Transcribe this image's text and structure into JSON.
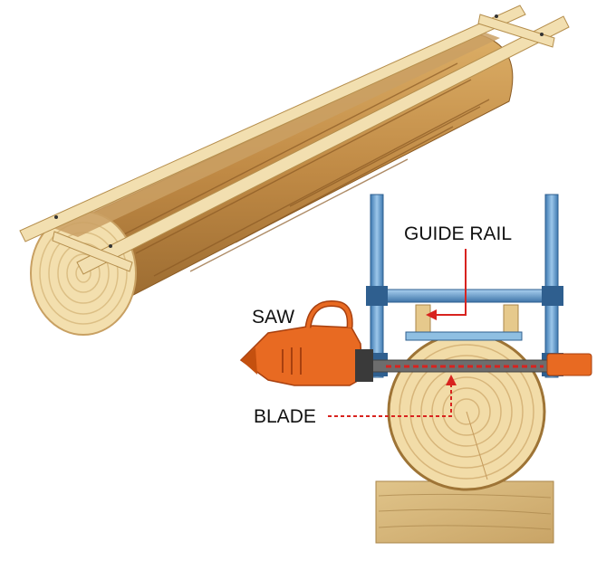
{
  "labels": {
    "guide_rail": "GUIDE RAIL",
    "saw": "SAW",
    "blade": "BLADE"
  },
  "colors": {
    "wood_light": "#f0d8a0",
    "wood_mid": "#c89a55",
    "wood_dark": "#9c6a2c",
    "rail": "#f2dfb0",
    "frame_blue": "#6fa8d6",
    "frame_dark": "#2f5f8f",
    "saw_orange": "#e86a22",
    "saw_dark": "#a8400f",
    "blade_red": "#d8231f",
    "arrow_red": "#d8231f",
    "text": "#111111"
  }
}
